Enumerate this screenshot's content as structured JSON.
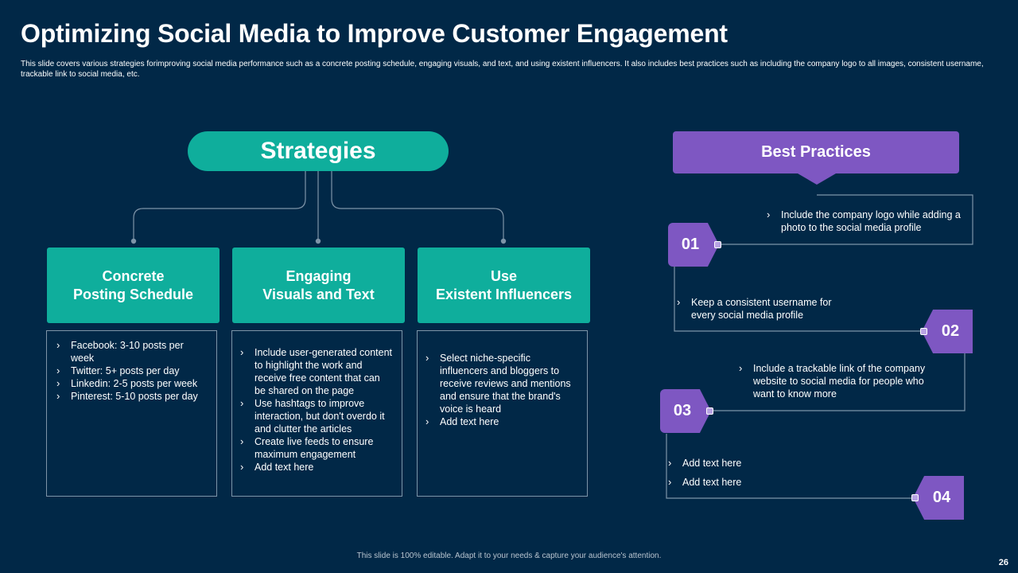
{
  "slide": {
    "title": "Optimizing Social Media to Improve Customer Engagement",
    "subtitle": "This slide covers various strategies forimproving social media performance such as a concrete posting schedule, engaging visuals, and text, and using existent influencers. It also includes best practices such as including the company logo to all images, consistent username, trackable link to social media,  etc.",
    "footer": "This slide is 100% editable.  Adapt it to your needs & capture your audience's attention.",
    "page_number": "26"
  },
  "colors": {
    "background": "#012847",
    "teal": "#0fae9c",
    "purple": "#7e57c2",
    "line": "#7e94a8"
  },
  "strategies": {
    "title": "Strategies",
    "items": [
      {
        "heading": "Concrete\nPosting Schedule",
        "bullets": [
          "Facebook: 3-10 posts per week",
          "Twitter: 5+ posts per day",
          "Linkedin: 2-5 posts per week",
          "Pinterest: 5-10 posts per day"
        ]
      },
      {
        "heading": "Engaging\nVisuals and Text",
        "bullets": [
          "Include user-generated content to highlight the work and receive free content that can be shared on the page",
          "Use hashtags to improve interaction, but don't overdo  it and clutter the articles",
          "Create live feeds to ensure maximum engagement",
          "Add text here"
        ]
      },
      {
        "heading": "Use\nExistent Influencers",
        "bullets": [
          "Select niche-specific influencers and bloggers to receive reviews and mentions and ensure that the brand's voice is heard",
          "Add text here"
        ]
      }
    ]
  },
  "best_practices": {
    "title": "Best Practices",
    "items": [
      {
        "number": "01",
        "bullets": [
          "Include the company logo while adding a photo to the social media profile"
        ]
      },
      {
        "number": "02",
        "bullets": [
          "Keep a consistent username for every social media profile"
        ]
      },
      {
        "number": "03",
        "bullets": [
          "Include a trackable link of the company website to social media for people who want to know more"
        ]
      },
      {
        "number": "04",
        "bullets": [
          "Add text here",
          "Add text here"
        ]
      }
    ]
  }
}
